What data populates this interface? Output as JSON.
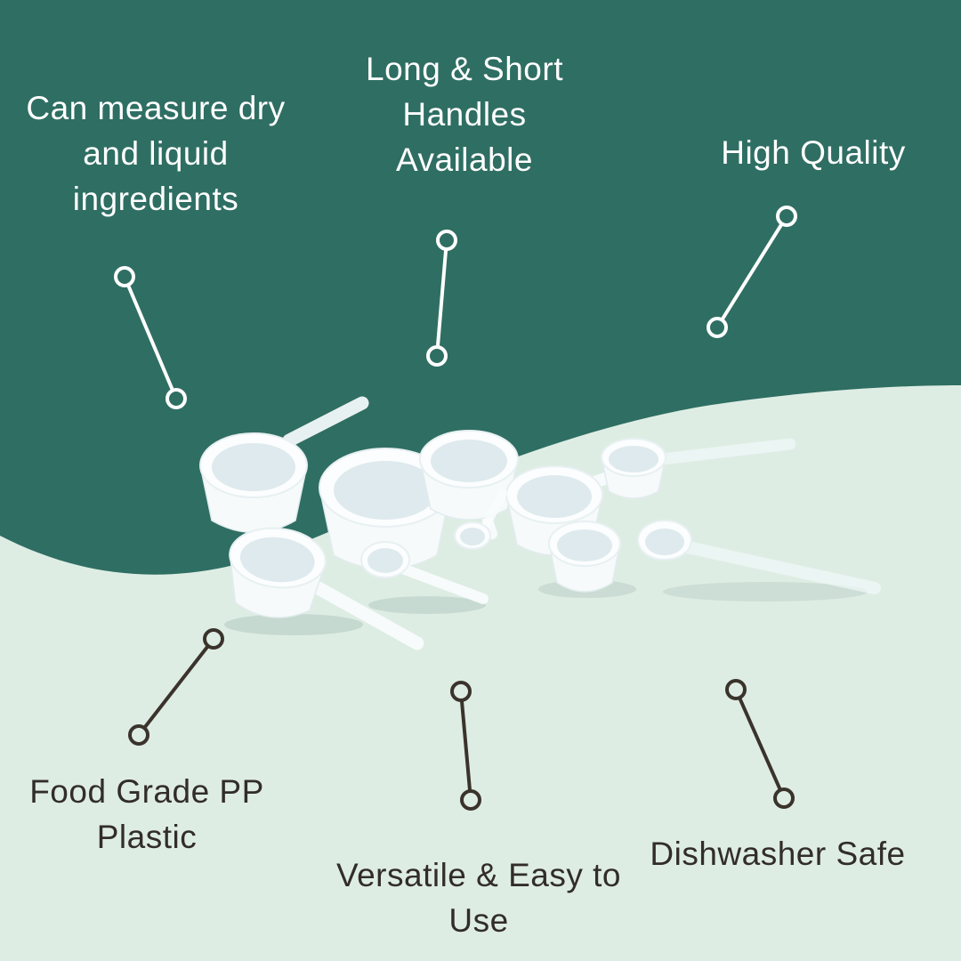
{
  "meta": {
    "title": "Measuring scoops product infographic"
  },
  "colors": {
    "background_top": "#2F6E63",
    "background_bottom": "#DEEDE4",
    "light_text": "#FFFFFF",
    "dark_text": "#322D28",
    "light_connector": "#FFFFFF",
    "dark_connector": "#3A332C",
    "product_plastic": "#F7FAFB"
  },
  "callouts": {
    "measure": {
      "label": "Can measure dry and liquid ingredients"
    },
    "handles": {
      "label": "Long & Short Handles Available"
    },
    "quality": {
      "label": "High Quality"
    },
    "food_grade": {
      "label": "Food Grade PP Plastic"
    },
    "versatile": {
      "label": "Versatile & Easy to Use"
    },
    "dishwasher": {
      "label": "Dishwasher Safe"
    }
  },
  "product": {
    "name": "measuring-scoops",
    "description": "Set of white plastic measuring scoops and spoons with long and short handles"
  }
}
